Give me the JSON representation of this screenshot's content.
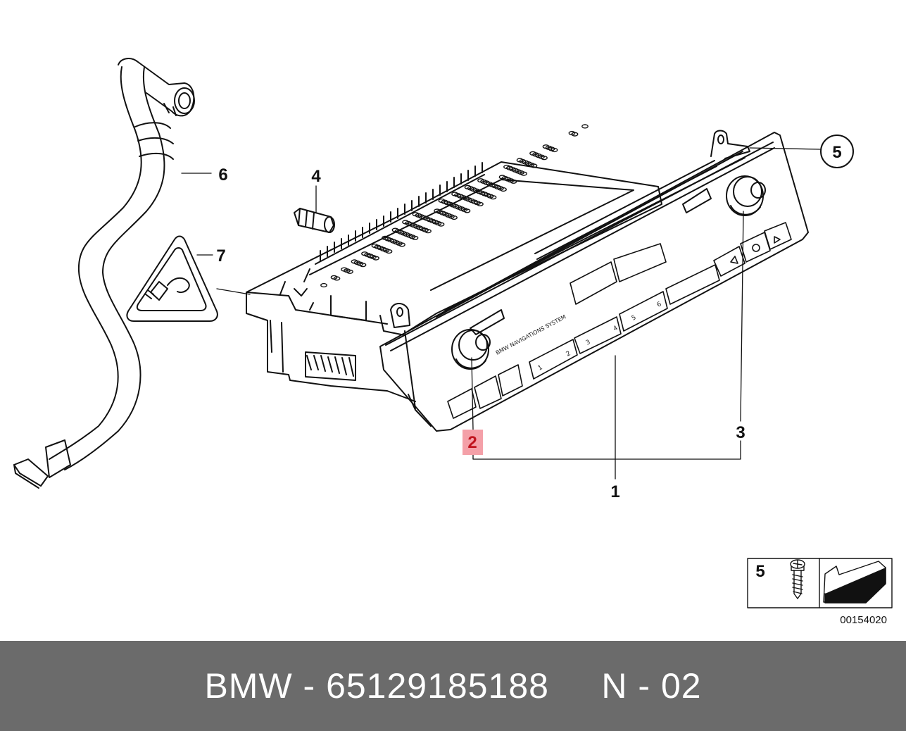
{
  "diagram": {
    "callouts": {
      "c1": "1",
      "c2": "2",
      "c3": "3",
      "c4": "4",
      "c5": "5",
      "c6": "6",
      "c7": "7"
    },
    "faceplate_text": "BMW NAVIGATIONS SYSTEM",
    "preset_buttons": [
      "1",
      "2",
      "3",
      "4",
      "5",
      "6"
    ],
    "inset": {
      "label": "5"
    },
    "diagram_code": "00154020",
    "highlight_color": "#f4a0a8"
  },
  "footer": {
    "text": "BMW - 65129185188     N - 02",
    "background": "#6b6b6b"
  }
}
